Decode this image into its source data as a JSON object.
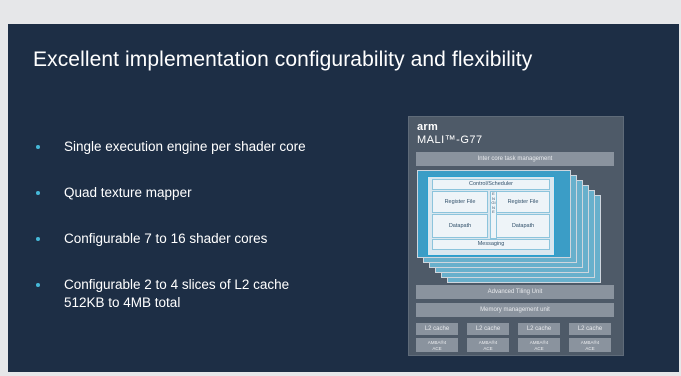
{
  "slide": {
    "title": "Excellent implementation configurability and flexibility",
    "bullets": [
      "Single execution engine per shader core",
      "Quad texture mapper",
      "Configurable 7 to 16 shader cores",
      "Configurable 2 to 4 slices of L2 cache\n512KB to 4MB total"
    ],
    "accent_color": "#46b8d8",
    "background_color": "#1d2e45"
  },
  "diagram": {
    "logo": "arm",
    "product": "MALI™-G77",
    "top_bar": "Inter core task management",
    "core": {
      "control": "Control/Scheduler",
      "register_file_left": "Register File",
      "register_file_right": "Register File",
      "datapath_left": "Datapath",
      "datapath_right": "Datapath",
      "messaging": "Messaging",
      "center_vertical": "ENGINE"
    },
    "tiling_unit": "Advanced Tiling Unit",
    "mmu": "Memory management unit",
    "l2_slices": [
      "L2 cache",
      "L2 cache",
      "L2 cache",
      "L2 cache"
    ],
    "amba": [
      "AMBA®4\nACE",
      "AMBA®4\nACE",
      "AMBA®4\nACE",
      "AMBA®4\nACE"
    ]
  }
}
